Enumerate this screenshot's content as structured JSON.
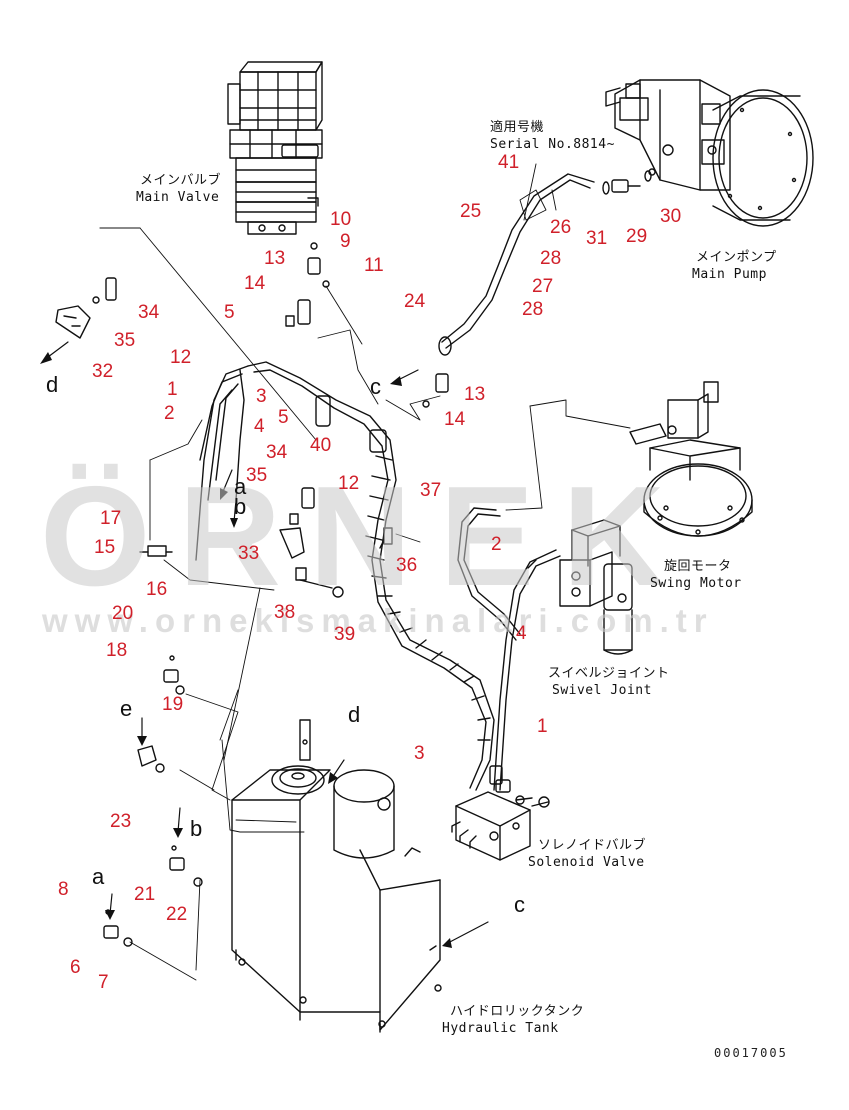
{
  "watermark": {
    "brand": "ÖRNEK",
    "url": "www.ornekismakinalari.com.tr"
  },
  "serial": {
    "jp": "適用号機",
    "en": "Serial No.8814~"
  },
  "components": {
    "main_valve": {
      "jp": "メインバルブ",
      "en": "Main Valve"
    },
    "main_pump": {
      "jp": "メインポンプ",
      "en": "Main Pump"
    },
    "swing_motor": {
      "jp": "旋回モータ",
      "en": "Swing Motor"
    },
    "swivel_joint": {
      "jp": "スイベルジョイント",
      "en": "Swivel Joint"
    },
    "solenoid_valve": {
      "jp": "ソレノイドバルブ",
      "en": "Solenoid Valve"
    },
    "hydraulic_tank": {
      "jp": "ハイドロリックタンク",
      "en": "Hydraulic Tank"
    }
  },
  "callouts": {
    "c41": "41",
    "c26": "26",
    "c25": "25",
    "c28a": "28",
    "c27": "27",
    "c28b": "28",
    "c31": "31",
    "c29": "29",
    "c30": "30",
    "c10": "10",
    "c9": "9",
    "c11": "11",
    "c13a": "13",
    "c14a": "14",
    "c34a": "34",
    "c35a": "35",
    "c32": "32",
    "c5a": "5",
    "c12a": "12",
    "c1a": "1",
    "c2a": "2",
    "c3a": "3",
    "c4a": "4",
    "c5b": "5",
    "c40": "40",
    "c24": "24",
    "c13b": "13",
    "c14b": "14",
    "c34b": "34",
    "c35b": "35",
    "c12b": "12",
    "c33": "33",
    "c17": "17",
    "c15": "15",
    "c16": "16",
    "c37": "37",
    "c2b": "2",
    "c36": "36",
    "c38": "38",
    "c39": "39",
    "c4b": "4",
    "c20": "20",
    "c18": "18",
    "c19": "19",
    "c1b": "1",
    "c3b": "3",
    "c23": "23",
    "c21": "21",
    "c22": "22",
    "c8": "8",
    "c6": "6",
    "c7": "7"
  },
  "letters": {
    "d_left": "d",
    "c_top": "c",
    "a_mid": "a",
    "b_mid": "b",
    "e_left": "e",
    "d_tank": "d",
    "b_low": "b",
    "a_low": "a",
    "c_right": "c"
  },
  "drawing_code": "00017005"
}
